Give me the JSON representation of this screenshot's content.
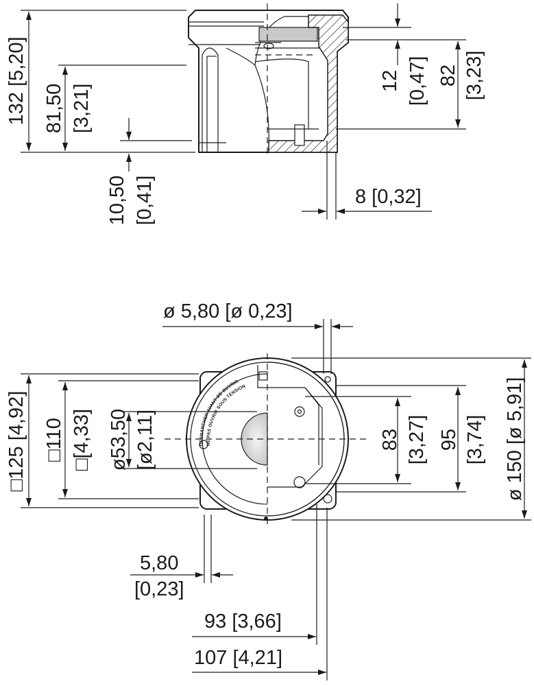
{
  "side_view": {
    "dims": {
      "overall_height": "132 [5,20]",
      "body_height_mm": "81,50",
      "body_height_in": "[3,21]",
      "base_mm": "10,50",
      "base_in": "[0,41]",
      "cap_mm": "12",
      "cap_in": "[0,47]",
      "inner_mm": "82",
      "inner_in": "[3,23]",
      "wall": "8 [0,32]"
    }
  },
  "top_view": {
    "dims": {
      "hole_dia": "ø 5,80 [ø 0,23]",
      "square_125": "□125 [4,92]",
      "square_110_mm": "□110",
      "square_110_in": "□[4,33]",
      "window_mm": "ø53,50",
      "window_in": "[ø2,11]",
      "inner_83_mm": "83",
      "inner_83_in": "[3,27]",
      "inner_95_mm": "95",
      "inner_95_in": "[3,74]",
      "outer_dia": "ø 150 [ø 5,91]",
      "offset_mm": "5,80",
      "offset_in": "[0,23]",
      "hole_spacing": "93 [3,66]",
      "overall_width": "107 [4,21]"
    },
    "warning_line_1": "DEBRANCHER AVANT DE OUVRIR",
    "warning_line_2": "NE PAS OUVRIR SOUS TENSION"
  }
}
